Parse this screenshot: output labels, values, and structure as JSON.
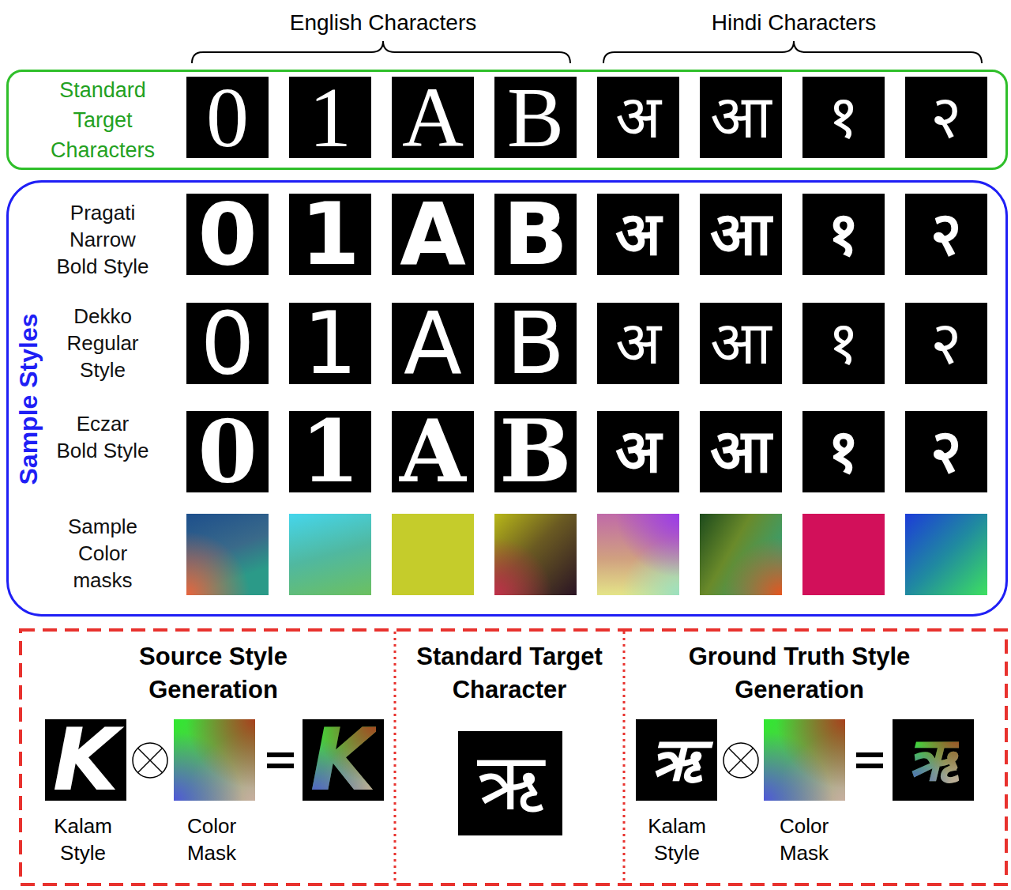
{
  "diagram": {
    "nodes": [
      {
        "text": [
          "Standard Target Characters"
        ]
      },
      {
        "text": [
          "0"
        ],
        "in": 0
      },
      {
        "text": [
          "1"
        ],
        "in": 0
      },
      {
        "text": [
          "A"
        ],
        "in": 0
      },
      {
        "text": [
          "B"
        ],
        "in": 0
      },
      {
        "text": [
          "अ"
        ],
        "in": 0
      },
      {
        "text": [
          "आ"
        ],
        "in": 0
      },
      {
        "text": [
          "१"
        ],
        "in": 0
      },
      {
        "text": [
          "२"
        ],
        "in": 0
      },
      {
        "text": [
          "Sample Styles",
          "Pragati Narrow Bold Style",
          "Dekko Regular Style",
          "Eczar Bold Style",
          "Sample Color masks"
        ]
      },
      {
        "text": [
          "0"
        ],
        "in": 9
      },
      {
        "text": [
          "1"
        ],
        "in": 9
      },
      {
        "text": [
          "A"
        ],
        "in": 9
      },
      {
        "text": [
          "B"
        ],
        "in": 9
      },
      {
        "text": [
          "अ"
        ],
        "in": 9
      },
      {
        "text": [
          "आ"
        ],
        "in": 9
      },
      {
        "text": [
          "१"
        ],
        "in": 9
      },
      {
        "text": [
          "२"
        ],
        "in": 9
      },
      {
        "text": [
          "0"
        ],
        "in": 9
      },
      {
        "text": [
          "1"
        ],
        "in": 9
      },
      {
        "text": [
          "A"
        ],
        "in": 9
      },
      {
        "text": [
          "B"
        ],
        "in": 9
      },
      {
        "text": [
          "अ"
        ],
        "in": 9
      },
      {
        "text": [
          "आ"
        ],
        "in": 9
      },
      {
        "text": [
          "१"
        ],
        "in": 9
      },
      {
        "text": [
          "२"
        ],
        "in": 9
      },
      {
        "text": [
          "0"
        ],
        "in": 9
      },
      {
        "text": [
          "1"
        ],
        "in": 9
      },
      {
        "text": [
          "A"
        ],
        "in": 9
      },
      {
        "text": [
          "B"
        ],
        "in": 9
      },
      {
        "text": [
          "अ"
        ],
        "in": 9
      },
      {
        "text": [
          "आ"
        ],
        "in": 9
      },
      {
        "text": [
          "१"
        ],
        "in": 9
      },
      {
        "text": [
          "२"
        ],
        "in": 9
      },
      {
        "text": [
          "Source Style Generation",
          "Kalam Style",
          "Color Mask"
        ]
      },
      {
        "text": [
          "K"
        ],
        "in": 34
      },
      {
        "text": [
          "K"
        ],
        "in": 34
      },
      {
        "text": [
          "Standard Target Character"
        ]
      },
      {
        "text": [
          "ऋ"
        ],
        "in": 37
      },
      {
        "text": [
          "Ground Truth Style Generation",
          "Kalam Style",
          "Color Mask"
        ]
      },
      {
        "text": [
          "ऋ"
        ],
        "in": 39
      },
      {
        "text": [
          "ऋ"
        ],
        "in": 39
      }
    ],
    "labels": [
      "English Characters",
      "Hindi Characters"
    ]
  }
}
